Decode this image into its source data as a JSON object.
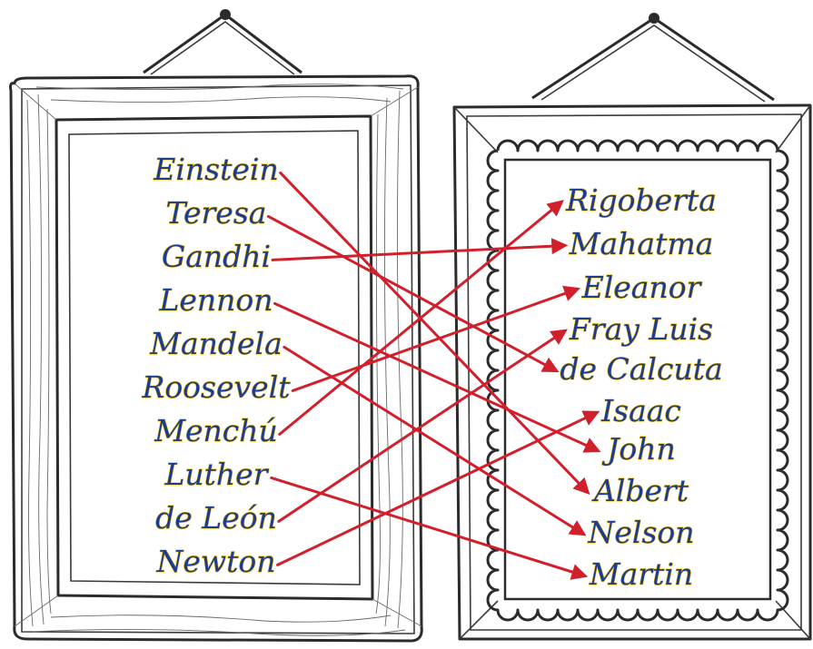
{
  "left_names": [
    "Einstein",
    "Teresa",
    "Gandhi",
    "Lennon",
    "Mandela",
    "Roosevelt",
    "Menchú",
    "Luther",
    "de León",
    "Newton"
  ],
  "right_names": [
    "Rigoberta",
    "Mahatma",
    "Eleanor",
    "Fray Luis",
    "de Calcuta",
    "Isaac",
    "John",
    "Albert",
    "Nelson",
    "Martin"
  ],
  "matches": [
    {
      "from": "Einstein",
      "to": "Albert"
    },
    {
      "from": "Teresa",
      "to": "de Calcuta"
    },
    {
      "from": "Gandhi",
      "to": "Mahatma"
    },
    {
      "from": "Lennon",
      "to": "John"
    },
    {
      "from": "Mandela",
      "to": "Nelson"
    },
    {
      "from": "Roosevelt",
      "to": "Eleanor"
    },
    {
      "from": "Menchú",
      "to": "Rigoberta"
    },
    {
      "from": "Luther",
      "to": "Martin"
    },
    {
      "from": "de León",
      "to": "Fray Luis"
    },
    {
      "from": "Newton",
      "to": "Isaac"
    }
  ],
  "colors": {
    "text": "#1c3c8f",
    "text_outline": "#f2c81e",
    "arrow": "#d21f2c",
    "frame": "#2b2b2b"
  }
}
